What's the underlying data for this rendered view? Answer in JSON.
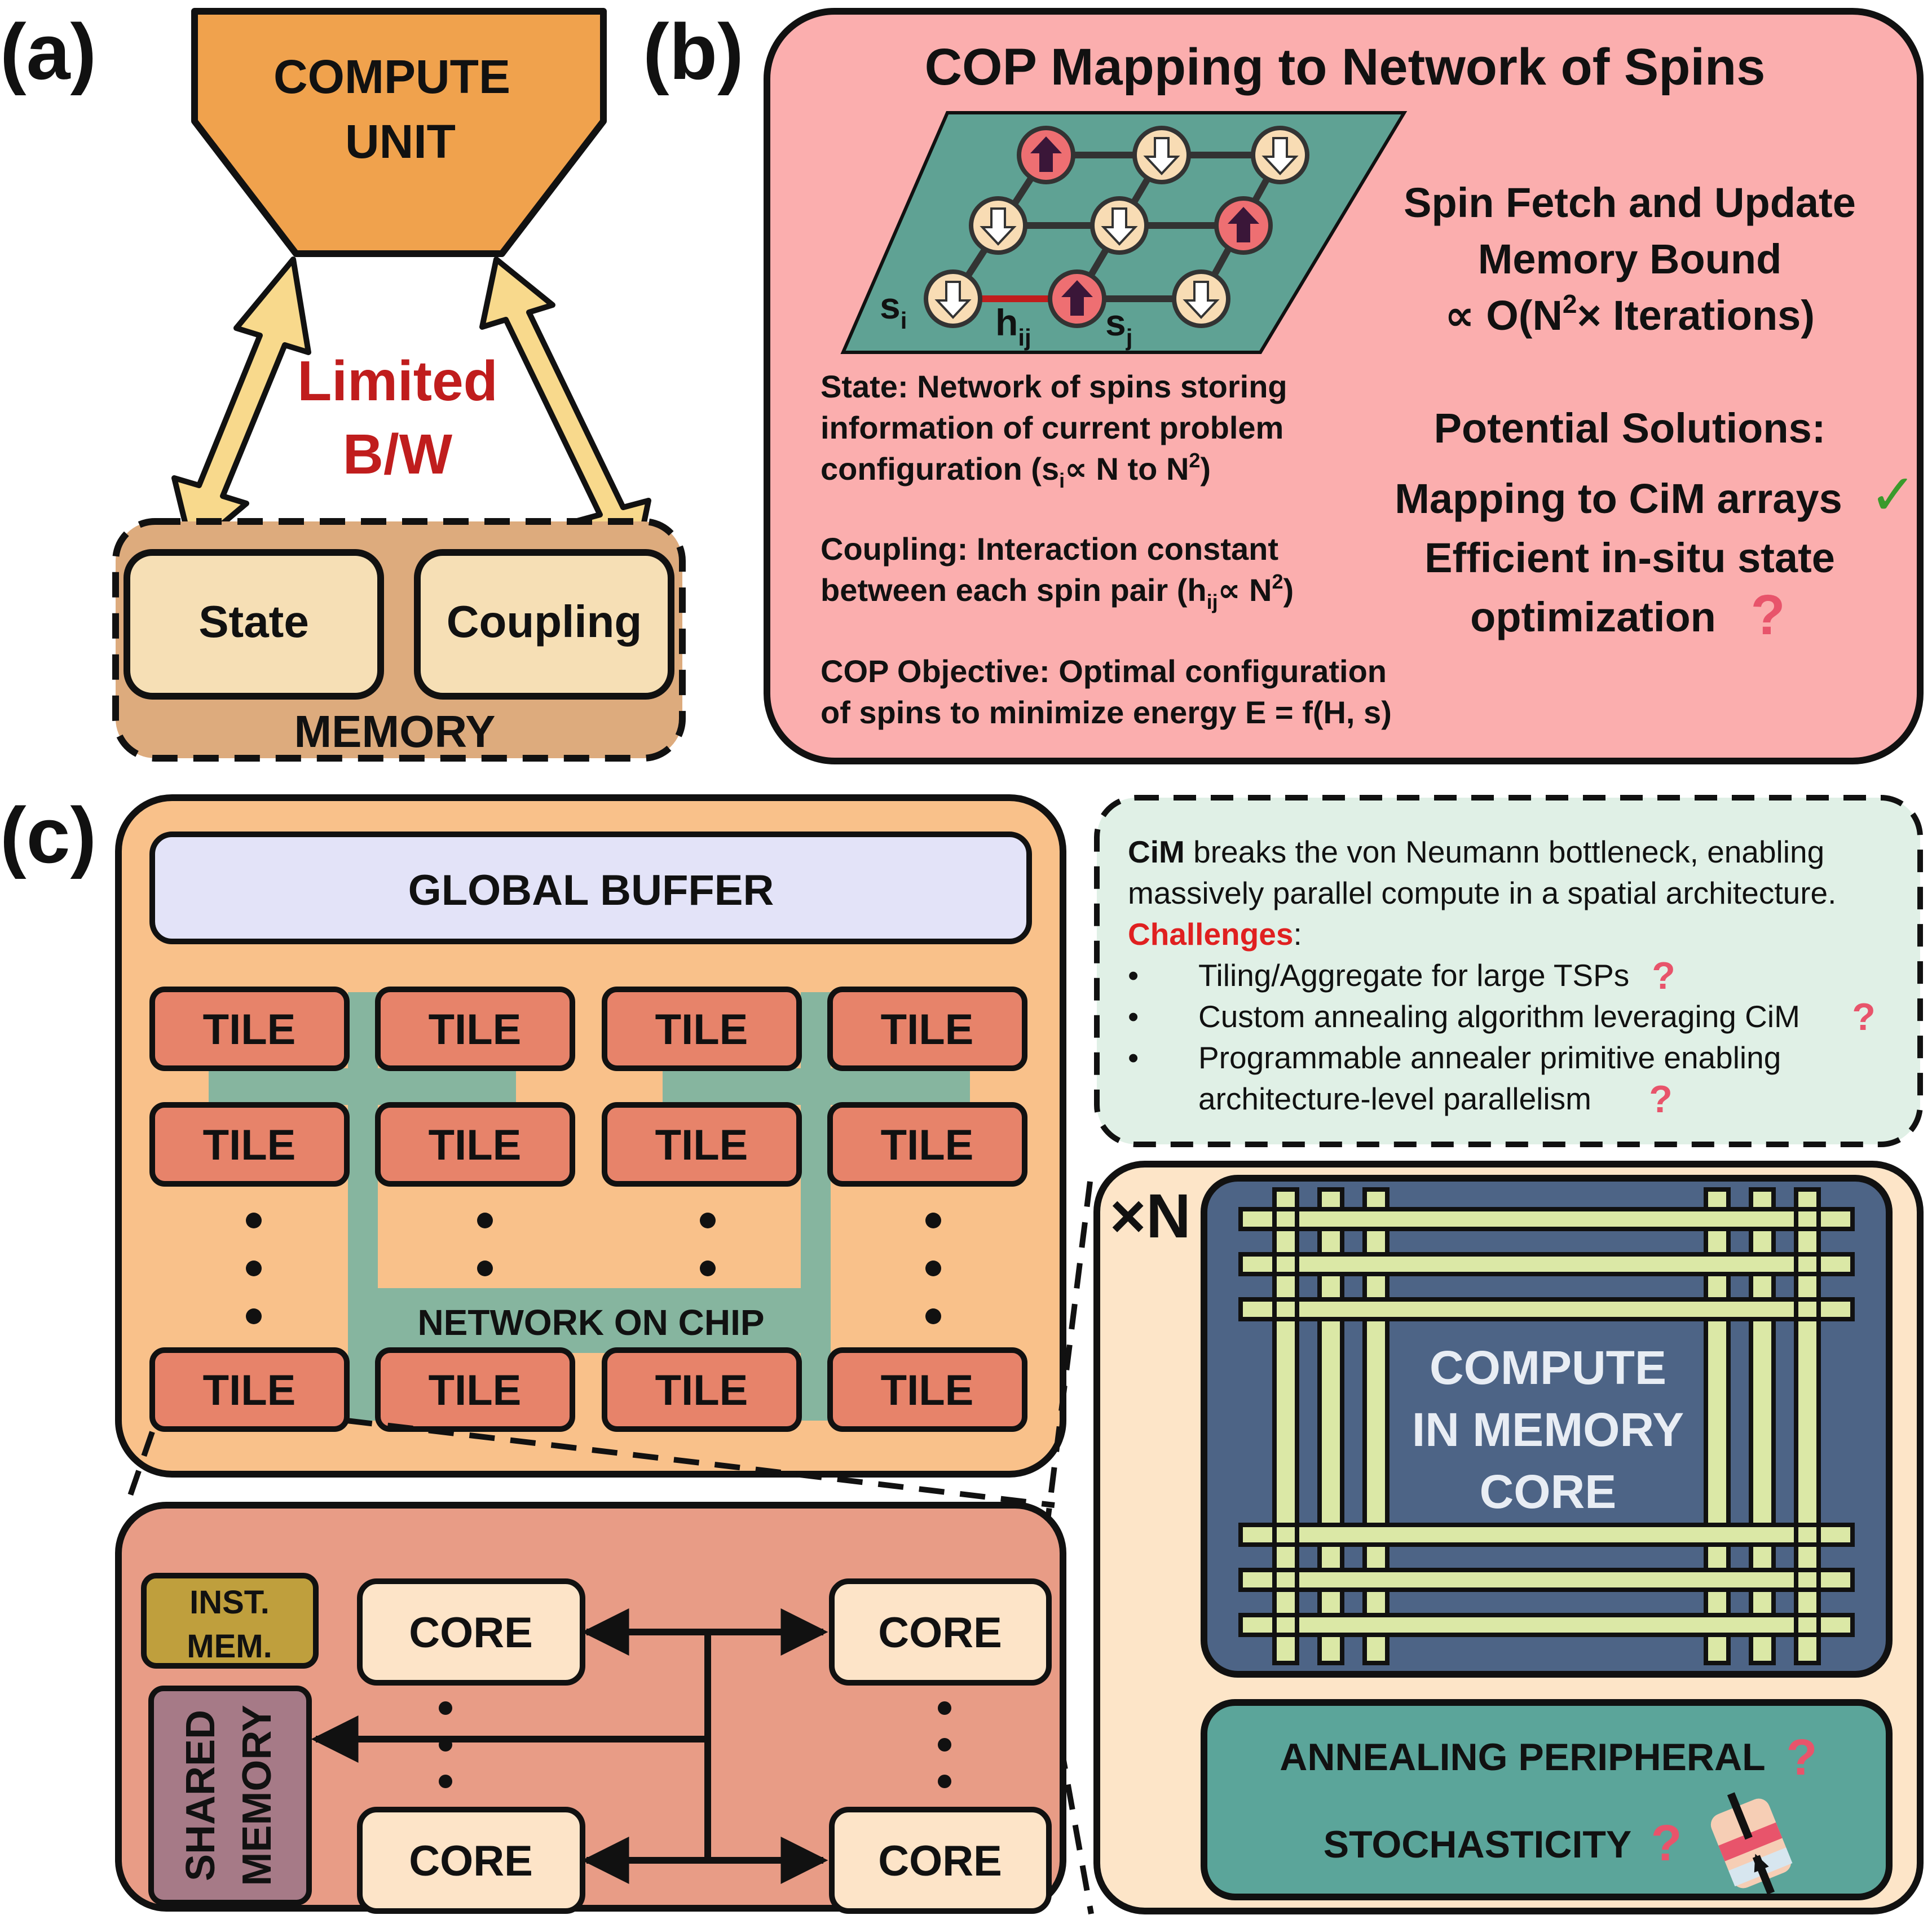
{
  "panels": {
    "a": "(a)",
    "b": "(b)",
    "c": "(c)"
  },
  "panel_a": {
    "compute_line1": "COMPUTE",
    "compute_line2": "UNIT",
    "bandwidth_line1": "Limited",
    "bandwidth_line2": "B/W",
    "state": "State",
    "coupling": "Coupling",
    "memory": "MEMORY"
  },
  "panel_b": {
    "title": "COP Mapping to Network of Spins",
    "lattice_labels": {
      "si": "s",
      "si_sub": "i",
      "hij": "h",
      "hij_sub": "ij",
      "sj": "s",
      "sj_sub": "j"
    },
    "right_line1": "Spin Fetch and Update",
    "right_line2": "Memory Bound",
    "right_line3_pre": "∝ O(N",
    "right_line3_sup": "2",
    "right_line3_post": "× Iterations)",
    "solutions_title": "Potential Solutions:",
    "solution1": "Mapping to CiM arrays",
    "solution2_line1": "Efficient in-situ state",
    "solution2_line2": "optimization",
    "state_desc_line1": "State: Network of spins storing",
    "state_desc_line2": "information of current problem",
    "state_desc_line3_pre": "configuration (s",
    "state_desc_line3_sub": "i",
    "state_desc_line3_mid": "∝ N to N",
    "state_desc_line3_sup": "2",
    "state_desc_line3_post": ")",
    "coupling_desc_line1": "Coupling: Interaction constant",
    "coupling_desc_line2_pre": "between each spin pair (h",
    "coupling_desc_line2_sub": "ij",
    "coupling_desc_line2_mid": "∝ N",
    "coupling_desc_line2_sup": "2",
    "coupling_desc_line2_post": ")",
    "objective_line1": "COP Objective: Optimal configuration",
    "objective_line2": "of spins to minimize energy E = f(H, s)"
  },
  "panel_c": {
    "global_buffer": "GLOBAL BUFFER",
    "tile": "TILE",
    "noc": "NETWORK ON CHIP",
    "inst_mem_line1": "INST.",
    "inst_mem_line2": "MEM.",
    "shared_mem_line1": "SHARED",
    "shared_mem_line2": "MEMORY",
    "core": "CORE",
    "times_n": "×N",
    "cim_line1": "COMPUTE",
    "cim_line2": "IN MEMORY",
    "cim_line3": "CORE",
    "annealing": "ANNEALING PERIPHERAL",
    "stochasticity": "STOCHASTICITY"
  },
  "callout": {
    "cim_bold": "CiM",
    "line1_rest": " breaks the von Neumann bottleneck, enabling",
    "line2": "massively parallel compute in a spatial architecture.",
    "challenges": "Challenges",
    "colon": ":",
    "bullet": "•",
    "item1": "Tiling/Aggregate for large TSPs",
    "item2": "Custom annealing algorithm leveraging CiM",
    "item3_line1": "Programmable annealer primitive enabling",
    "item3_line2": "architecture-level parallelism"
  },
  "symbols": {
    "question": "?",
    "check": "✓"
  },
  "colors": {
    "compute_orange": "#f0a24d",
    "memory_tan": "#ddab7d",
    "box_cream": "#f6dfb5",
    "arrow_yellow": "#f8d98c",
    "limited_red": "#c01d1d",
    "panel_b_pink": "#fbaeae",
    "lattice_teal": "#5fa294",
    "spin_up_red": "#ee6f72",
    "spin_down_cream": "#f8dcb4",
    "chip_orange": "#f9c18a",
    "buffer_lavender": "#e3e3f8",
    "tile_salmon": "#e7836a",
    "noc_green": "#86b59f",
    "tile_detail": "#e89c86",
    "inst_mem_olive": "#bf9f3d",
    "shared_mem_mauve": "#a67a87",
    "core_cream": "#fde4c8",
    "callout_mint": "#e0f0e6",
    "cim_navy": "#4d6486",
    "crossbar_lime": "#dbe8a6",
    "annealing_teal": "#5ba59a",
    "cim_panel_peach": "#fde5c8",
    "question_pink": "#e8546b",
    "check_green": "#3a9a2c"
  }
}
